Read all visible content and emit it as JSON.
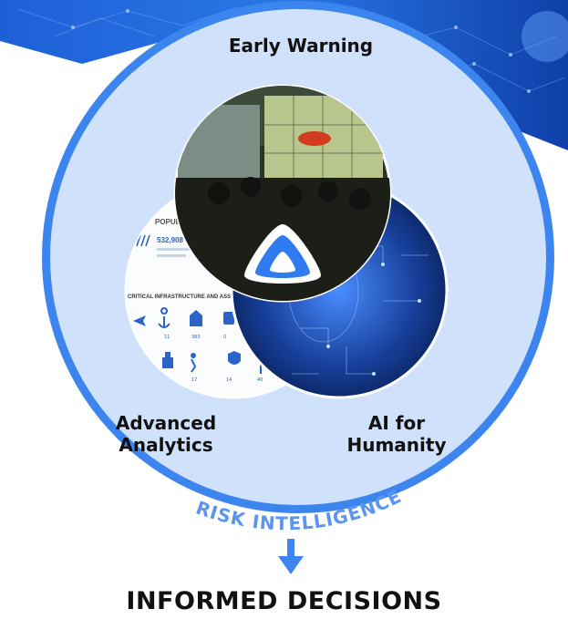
{
  "labels": {
    "early_warning": "Early Warning",
    "advanced_analytics_line1": "Advanced",
    "advanced_analytics_line2": "Analytics",
    "ai_line1": "AI for",
    "ai_line2": "Humanity",
    "risk_intelligence": "RISK INTELLIGENCE",
    "informed_decisions": "INFORMED DECISIONS"
  },
  "analytics_panel": {
    "heading": "POPULATI",
    "value": "532,908 ilit",
    "section": "CRITICAL INFRASTRUCTURE AND ASSETS EXPOS",
    "stats": [
      "11",
      "383",
      "0",
      "17",
      "14",
      "40"
    ]
  },
  "colors": {
    "circle_fill": "#cfe1fb",
    "circle_border": "#3d85ee",
    "accent": "#3d85ee",
    "risk_text": "#5a95f2"
  }
}
